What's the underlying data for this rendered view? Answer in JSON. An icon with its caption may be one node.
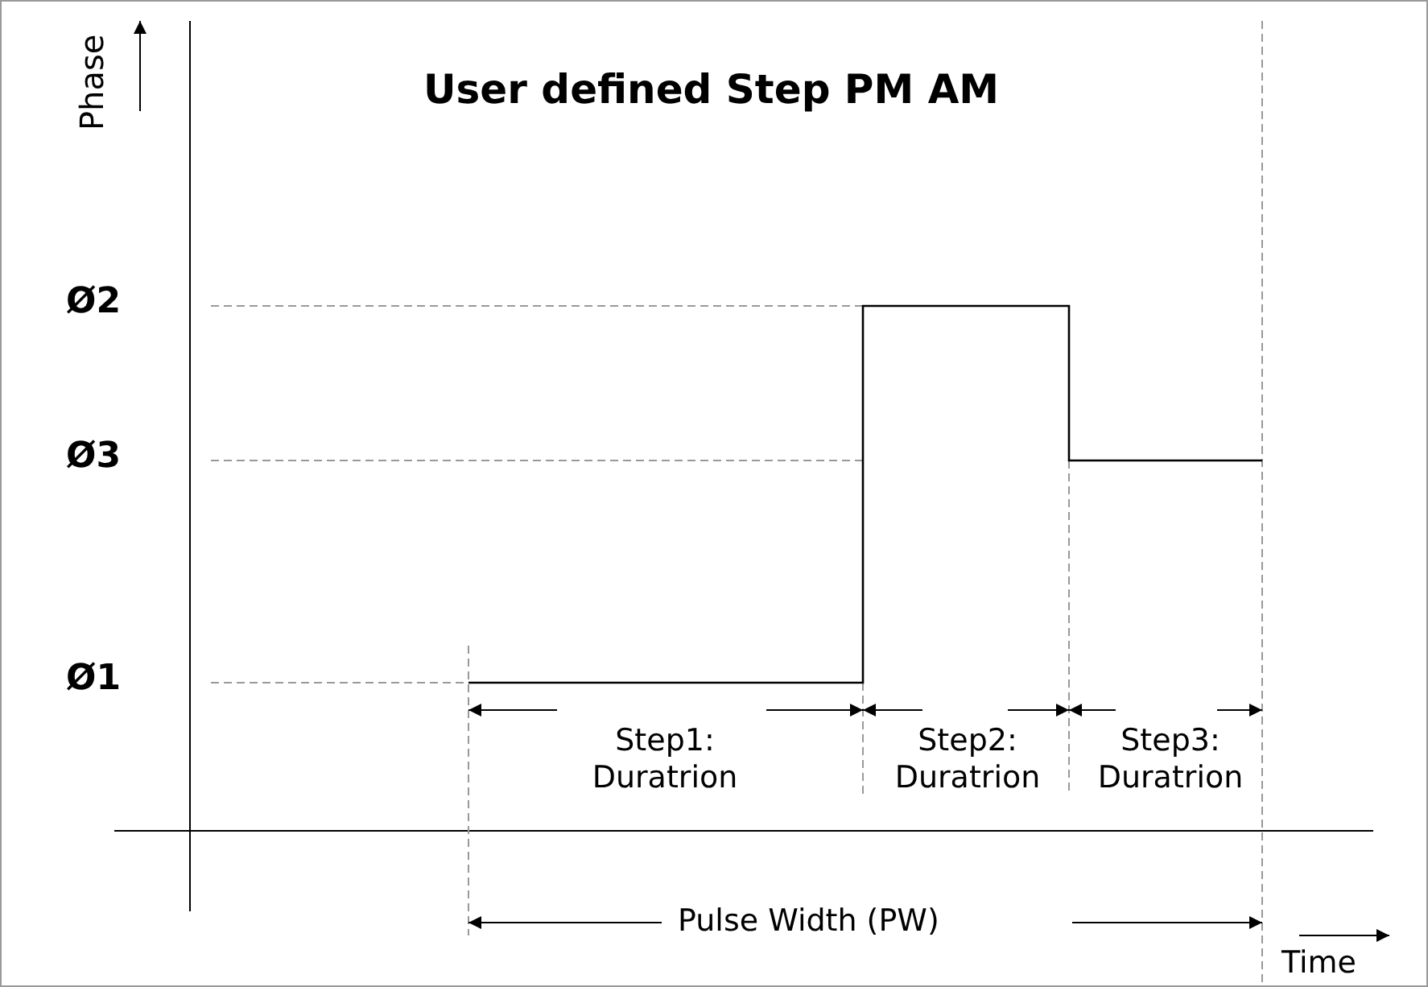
{
  "diagram": {
    "title": "User defined Step PM AM",
    "labels": [
      "Phase",
      "Ø2",
      "Ø3",
      "Ø1",
      "Step1: Duratrion",
      "Step2: Duratrion",
      "Step3: Duratrion",
      "Pulse Width (PW)",
      "Time"
    ]
  }
}
